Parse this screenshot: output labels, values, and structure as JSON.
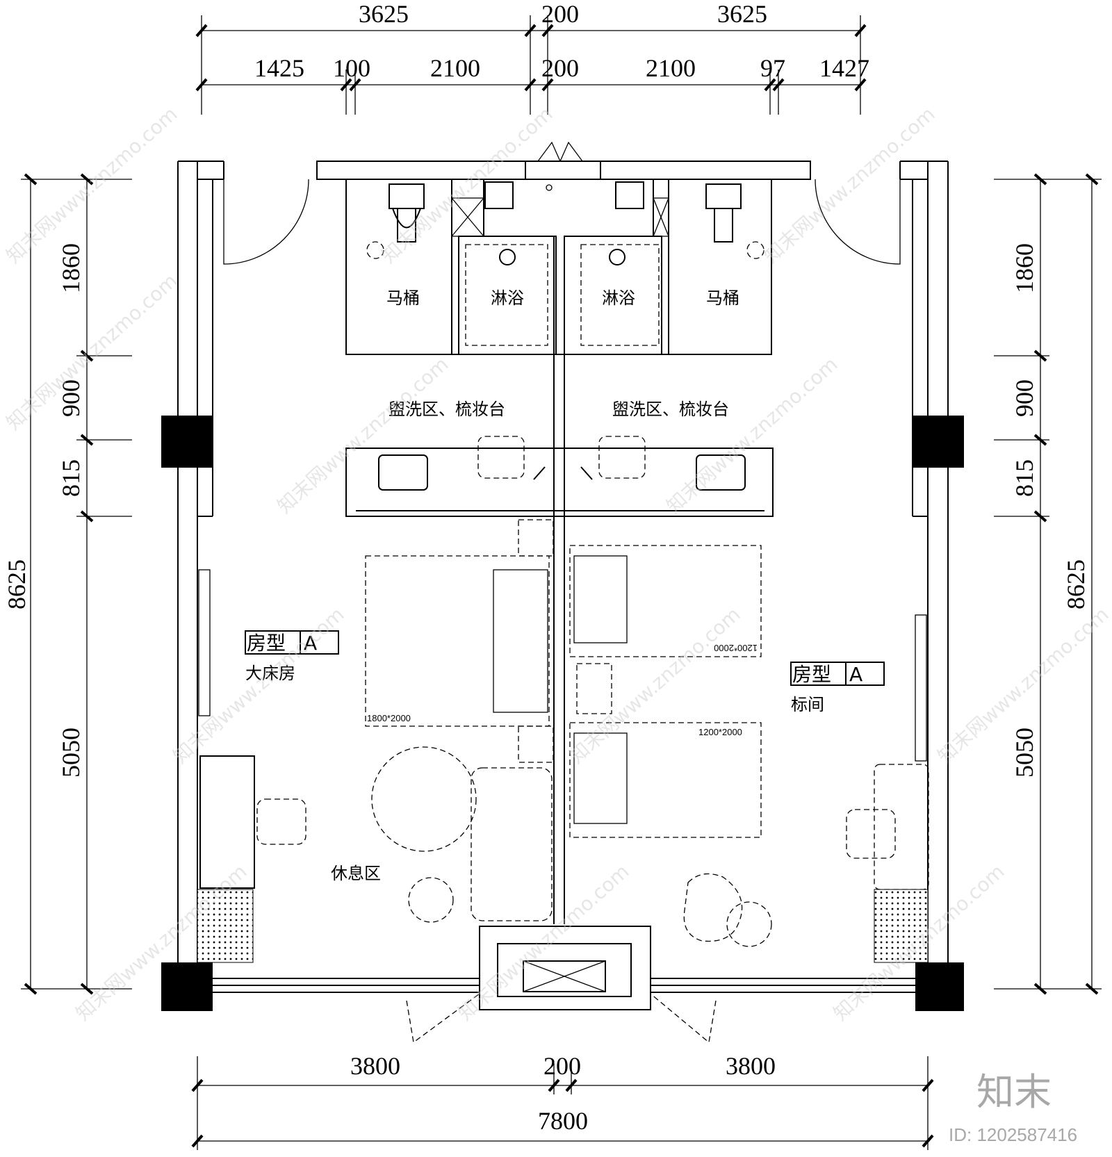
{
  "dimensions": {
    "top_row1": [
      "3625",
      "200",
      "3625"
    ],
    "top_row2": [
      "1425",
      "100",
      "2100",
      "200",
      "2100",
      "97",
      "1427"
    ],
    "left": [
      "1860",
      "900",
      "815",
      "5050"
    ],
    "left_total": "8625",
    "right": [
      "1860",
      "900",
      "815",
      "5050"
    ],
    "right_total": "8625",
    "bottom_row1": [
      "3800",
      "200",
      "3800"
    ],
    "bottom_total": "7800"
  },
  "rooms": {
    "toilet_left": "马桶",
    "shower_left": "淋浴",
    "shower_right": "淋浴",
    "toilet_right": "马桶",
    "wash_left": "盥洗区、梳妆台",
    "wash_right": "盥洗区、梳妆台",
    "lounge": "休息区"
  },
  "room_types": {
    "left": {
      "label": "房型",
      "code": "A",
      "name": "大床房"
    },
    "right": {
      "label": "房型",
      "code": "A",
      "name": "标间"
    }
  },
  "beds": {
    "king": "1800*2000",
    "twin_top": "1200*2000",
    "twin_bottom": "1200*2000"
  },
  "watermark": {
    "text": "知末网www.znzmo.com",
    "brand": "知末",
    "id": "ID: 1202587416"
  }
}
